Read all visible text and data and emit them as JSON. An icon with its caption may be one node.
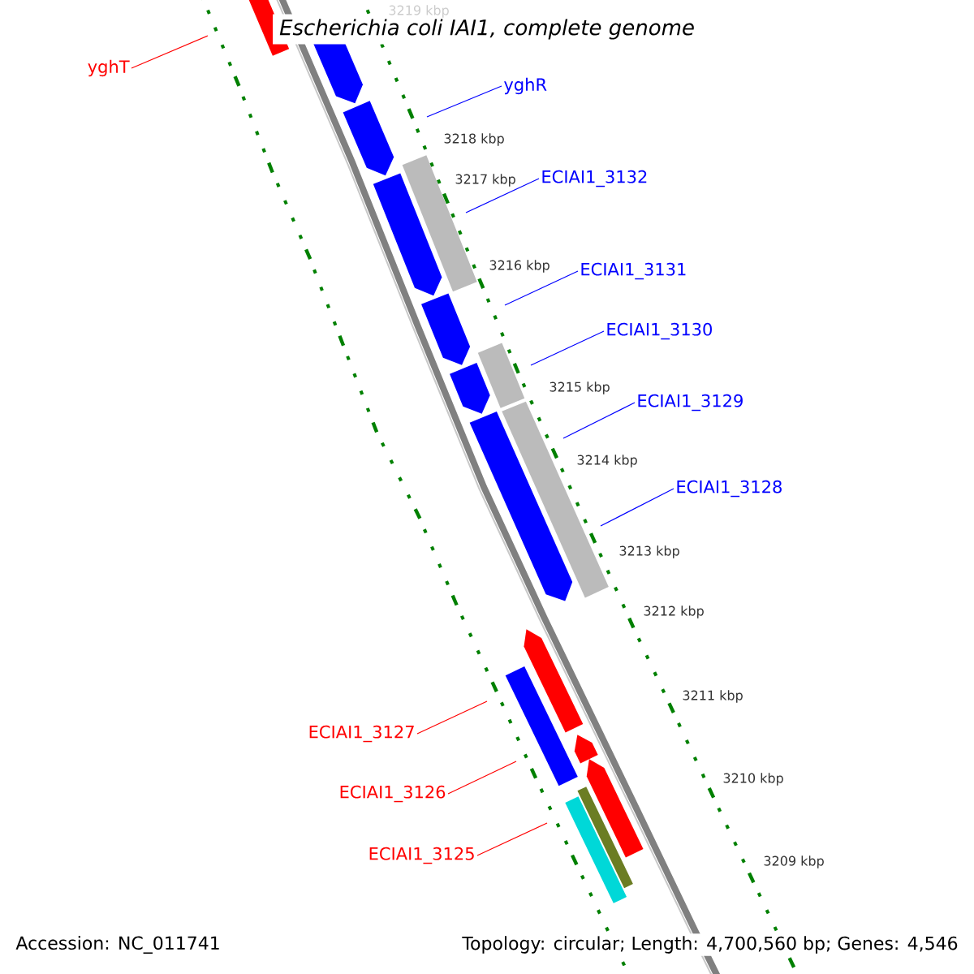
{
  "diagram": {
    "title": "Escherichia coli IAI1, complete genome",
    "nodes": [
      {
        "text": [
          "yghT"
        ]
      },
      {
        "text": [
          "yghR"
        ]
      },
      {
        "text": [
          "ECIAI1_3132"
        ]
      },
      {
        "text": [
          "ECIAI1_3131"
        ]
      },
      {
        "text": [
          "ECIAI1_3130"
        ]
      },
      {
        "text": [
          "ECIAI1_3129"
        ]
      },
      {
        "text": [
          "ECIAI1_3128"
        ]
      },
      {
        "text": [
          "ECIAI1_3127"
        ]
      },
      {
        "text": [
          "ECIAI1_3126"
        ]
      },
      {
        "text": [
          "ECIAI1_3125"
        ]
      }
    ],
    "edges": [
      {
        "from": 0,
        "to": null,
        "arrow": "none",
        "color": "#ff0000"
      },
      {
        "from": 1,
        "to": null,
        "arrow": "none"
      },
      {
        "from": 2,
        "to": null,
        "arrow": "none"
      },
      {
        "from": 3,
        "to": null,
        "arrow": "none"
      },
      {
        "from": 4,
        "to": null,
        "arrow": "none"
      },
      {
        "from": 5,
        "to": null,
        "arrow": "none"
      },
      {
        "from": 6,
        "to": null,
        "arrow": "none"
      },
      {
        "from": 7,
        "to": null,
        "arrow": "none",
        "color": "#ff0000"
      },
      {
        "from": 8,
        "to": null,
        "arrow": "none",
        "color": "#ff0000"
      },
      {
        "from": 9,
        "to": null,
        "arrow": "none",
        "color": "#ff0000"
      }
    ],
    "labels": [
      "3219 kbp",
      "3218 kbp",
      "3217 kbp",
      "3216 kbp",
      "3215 kbp",
      "3214 kbp",
      "3213 kbp",
      "3212 kbp",
      "3211 kbp",
      "3210 kbp",
      "3209 kbp",
      "Accession: NC_011741",
      "Topology: circular; Length: 4,700,560 bp; Genes: 4,546"
    ]
  }
}
